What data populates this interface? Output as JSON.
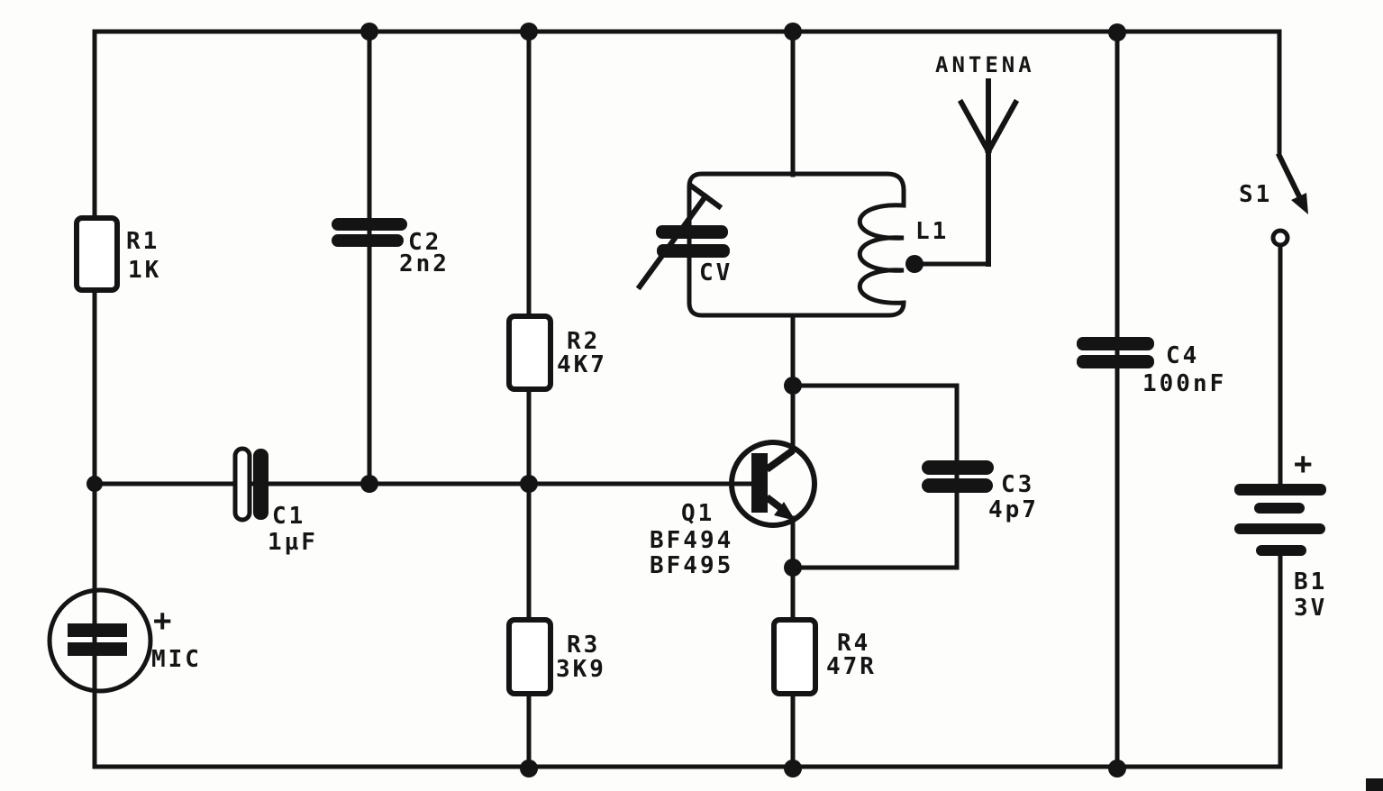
{
  "diagram": {
    "kind": "schematic-circuit-diagram",
    "antenna_label": "ANTENA"
  },
  "components": {
    "r1": {
      "label": "R1",
      "value": "1K"
    },
    "r2": {
      "label": "R2",
      "value": "4K7"
    },
    "r3": {
      "label": "R3",
      "value": "3K9"
    },
    "r4": {
      "label": "R4",
      "value": "47R"
    },
    "c1": {
      "label": "C1",
      "value": "1µF"
    },
    "c2": {
      "label": "C2",
      "value": "2n2"
    },
    "c3": {
      "label": "C3",
      "value": "4p7"
    },
    "c4": {
      "label": "C4",
      "value": "100nF"
    },
    "cv": {
      "label": "CV"
    },
    "l1": {
      "label": "L1"
    },
    "q1": {
      "label": "Q1",
      "type_a": "BF494",
      "type_b": "BF495"
    },
    "b1": {
      "label": "B1",
      "value": "3V",
      "polarity": "+"
    },
    "s1": {
      "label": "S1"
    },
    "mic": {
      "label": "MIC",
      "polarity": "+"
    }
  },
  "colors": {
    "ink": "#141414",
    "background": "#fdfdfc"
  }
}
